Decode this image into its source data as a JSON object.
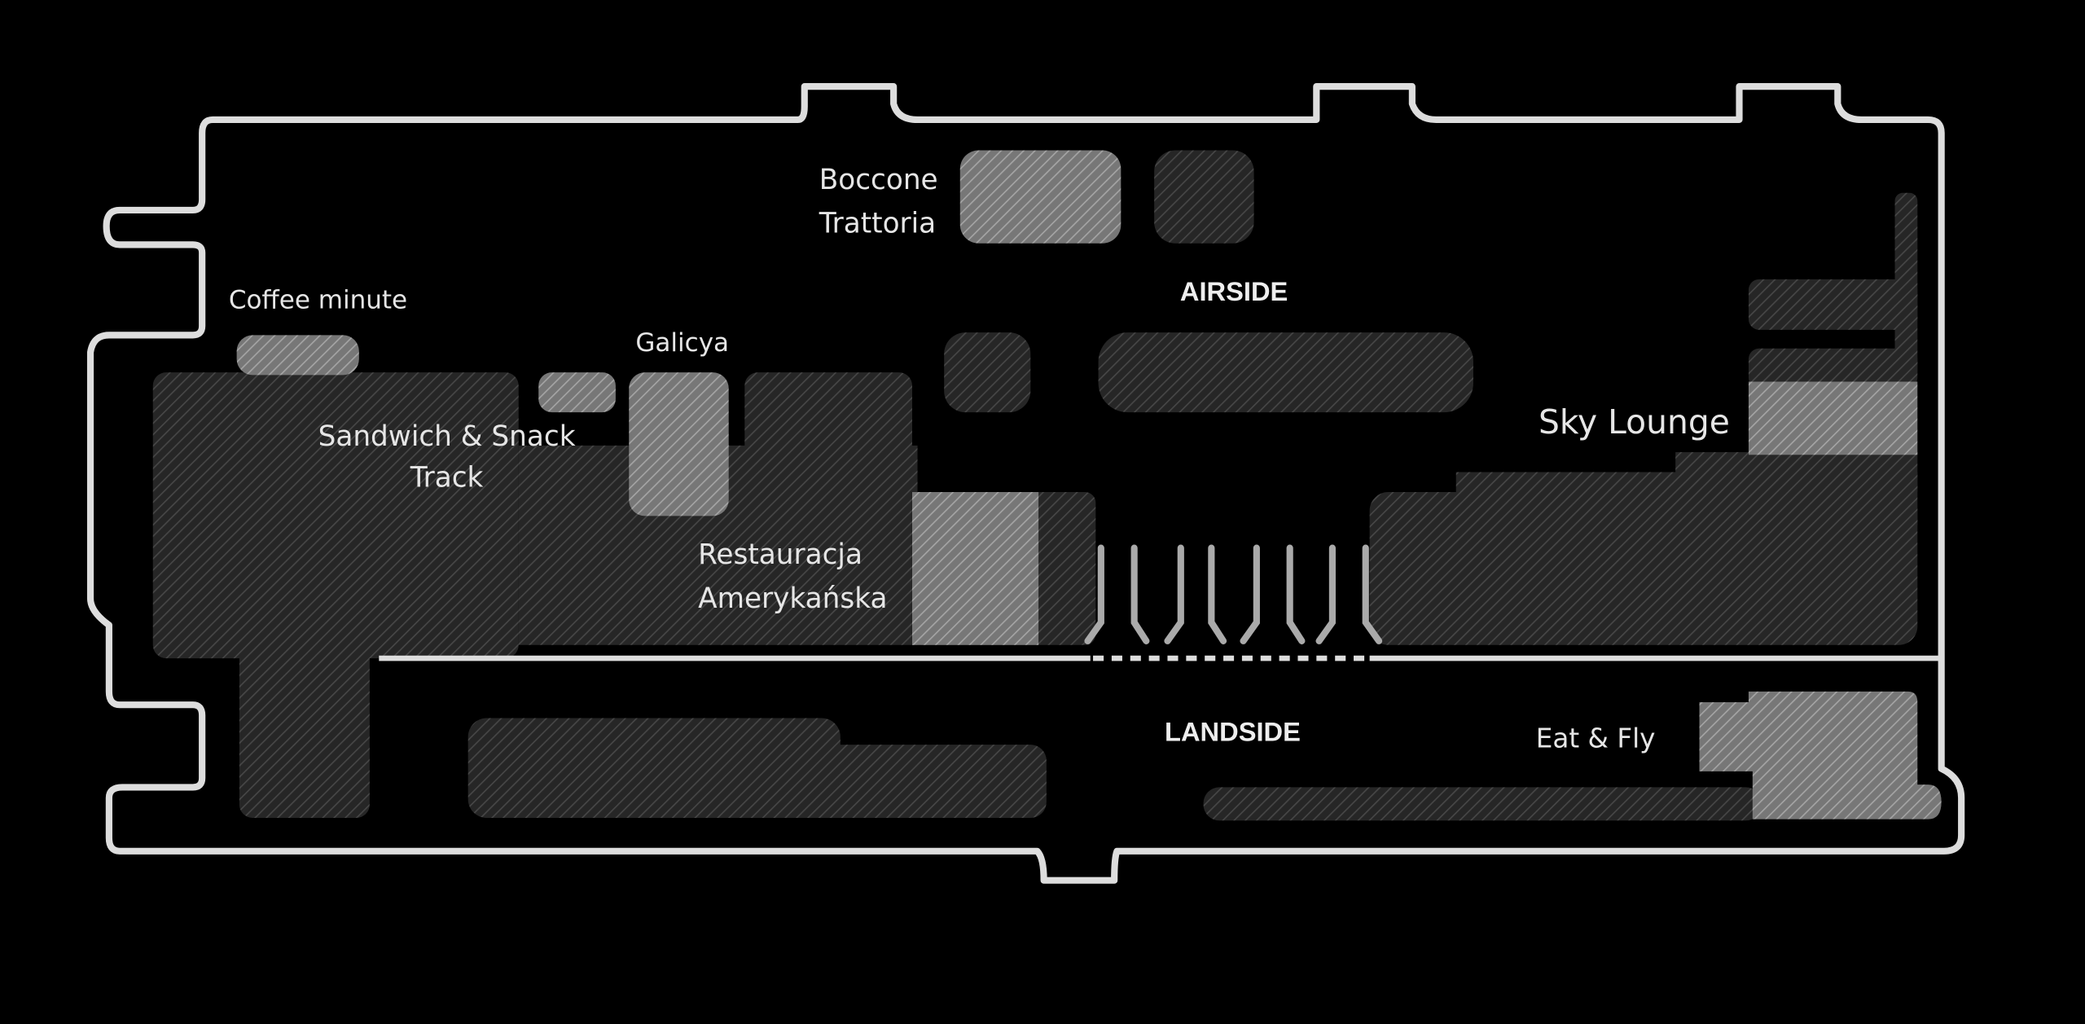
{
  "map": {
    "zones": {
      "airside": "AIRSIDE",
      "landside": "LANDSIDE"
    },
    "restaurants": {
      "boccone": [
        "Boccone",
        "Trattoria"
      ],
      "coffee": "Coffee minute",
      "galicya": "Galicya",
      "sandwich": [
        "Sandwich & Snack",
        "Track"
      ],
      "restauracja": [
        "Restauracja",
        "Amerykańska"
      ],
      "sky_lounge": "Sky Lounge",
      "eat_fly": "Eat & Fly"
    },
    "colors": {
      "background": "#000000",
      "outline": "#dddddd",
      "restaurant": "#8a8a8a",
      "area": "#2e2e2e"
    }
  }
}
